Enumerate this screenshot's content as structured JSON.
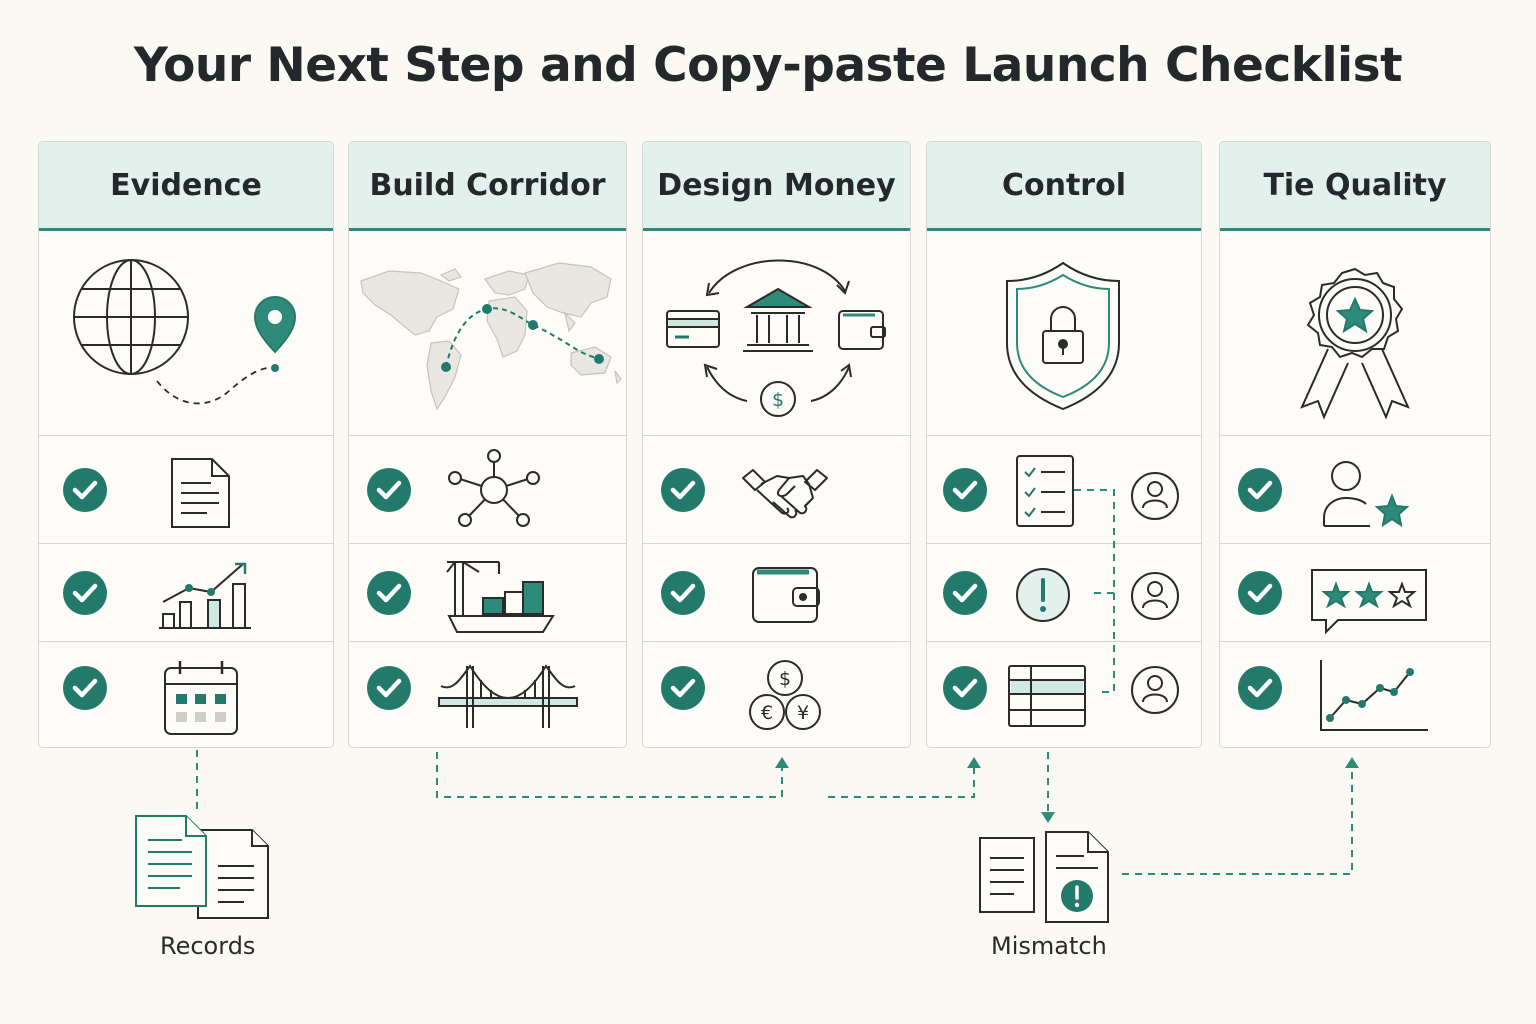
{
  "title": "Your Next Step and Copy-paste Launch Checklist",
  "colors": {
    "accent": "#237a6b",
    "accent_light": "#e3f1ed",
    "background": "#fbf9f4"
  },
  "columns": [
    {
      "label": "Evidence",
      "hero_icon": "globe-location-icon",
      "items": [
        "document-icon",
        "growth-chart-icon",
        "calendar-icon"
      ],
      "checked": [
        true,
        true,
        true
      ]
    },
    {
      "label": "Build Corridor",
      "hero_icon": "world-map-route-icon",
      "items": [
        "network-hub-icon",
        "cargo-ship-icon",
        "bridge-icon"
      ],
      "checked": [
        true,
        true,
        true
      ]
    },
    {
      "label": "Design Money",
      "hero_icon": "money-flow-cycle-icon",
      "items": [
        "handshake-icon",
        "wallet-icon",
        "currency-coins-icon"
      ],
      "checked": [
        true,
        true,
        true
      ]
    },
    {
      "label": "Control",
      "hero_icon": "shield-lock-icon",
      "items": [
        "checklist-icon",
        "alert-icon",
        "data-table-icon"
      ],
      "side_items": [
        "user-icon",
        "user-icon",
        "user-icon"
      ],
      "checked": [
        true,
        true,
        true
      ]
    },
    {
      "label": "Tie Quality",
      "hero_icon": "award-badge-icon",
      "items": [
        "user-star-icon",
        "star-rating-icon",
        "trend-chart-icon"
      ],
      "checked": [
        true,
        true,
        true
      ]
    }
  ],
  "outputs": [
    {
      "label": "Records",
      "icon": "records-documents-icon"
    },
    {
      "label": "Mismatch",
      "icon": "mismatch-documents-icon"
    }
  ]
}
